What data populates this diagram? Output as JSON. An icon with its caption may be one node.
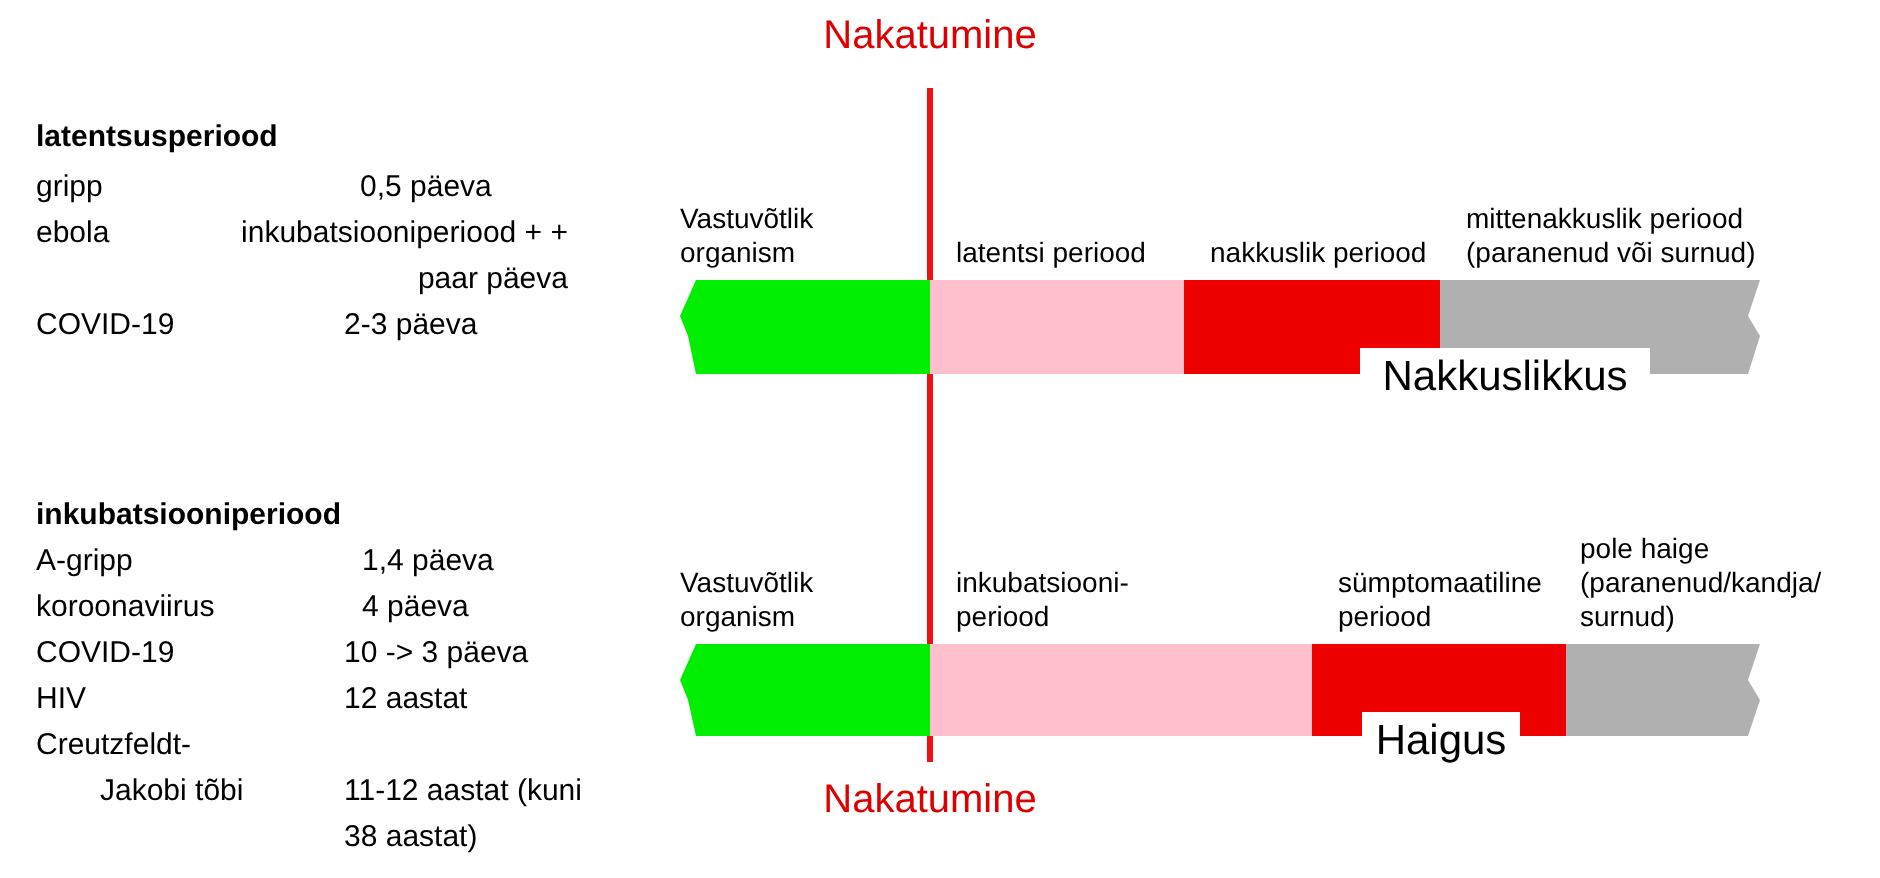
{
  "diagram": {
    "nodes": [
      {
        "text": [
          "Vastuvõtlik organism"
        ]
      },
      {
        "text": [
          "latentsi periood"
        ]
      },
      {
        "text": [
          "nakkuslik periood"
        ]
      },
      {
        "text": [
          "mittenakkuslik periood (paranenud või surnud)"
        ]
      },
      {
        "text": [
          "Vastuvõtlik organism"
        ]
      },
      {
        "text": [
          "inkubatsiooni- periood"
        ]
      },
      {
        "text": [
          "sümptomaatiline periood"
        ]
      },
      {
        "text": [
          "pole haige (paranenud/kandja/ surnud)"
        ]
      }
    ],
    "labels": [
      "Nakatumine",
      "latentsusperiood",
      "gripp",
      "0,5 päeva",
      "ebola",
      "inkubatsiooniperiood + + paar päeva",
      "COVID-19",
      "2-3 päeva",
      "Nakkuslikkus",
      "inkubatsiooniperiood",
      "A-gripp",
      "1,4 päeva",
      "koroonaviirus",
      "4 päeva",
      "COVID-19",
      "10 -> 3 päeva",
      "HIV",
      "12 aastat",
      "Creutzfeldt- Jakobi tõbi",
      "11-12 aastat (kuni 38 aastat)",
      "Haigus",
      "Nakatumine"
    ]
  }
}
